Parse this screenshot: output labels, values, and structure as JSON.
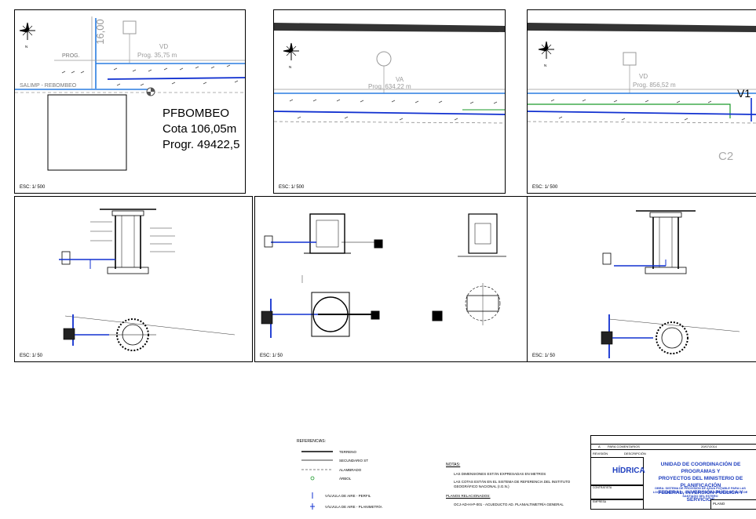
{
  "panels_top": [
    {
      "scale": "ESC: 1/ 500",
      "vertical_label": "16,00",
      "prog_left": "PROG.",
      "valve_label": "VD",
      "valve_prog": "Prog. 35,75 m",
      "pipe_label": "SALIMP - REBOMBEO",
      "pf_lines": [
        "PFBOMBEO",
        "Cota 106,05m",
        "Progr. 49422,5"
      ]
    },
    {
      "scale": "ESC: 1/ 500",
      "valve_label": "VA",
      "valve_prog": "Prog. 634,22 m"
    },
    {
      "scale": "ESC: 1/ 500",
      "valve_label": "VD",
      "valve_prog": "Prog. 856,52 m",
      "tag_v1": "V1",
      "tag_c2": "C2"
    }
  ],
  "panels_bottom": [
    {
      "scale": "ESC: 1/ 50"
    },
    {
      "scale": "ESC: 1/ 50"
    },
    {
      "scale": "ESC: 1/ 50"
    }
  ],
  "north_label": "N",
  "referencias": {
    "title": "REFERENCIAS:",
    "items": [
      "TERRENO",
      "SECUNDARIO ST",
      "ALAMBRADO",
      "ÁRBOL",
      "VÁLVULA DE AIRE - PERFIL",
      "VÁLVULA DE AIRE - PLANIMETRÍA"
    ]
  },
  "notas": {
    "title": "NOTAS:",
    "lines": [
      "LAS DIMENSIONES ESTÁN EXPRESADAS EN METROS",
      "LAS COTAS ESTÁN EN EL SISTEMA DE REFERENCIA DEL INSTITUTO",
      "GEOGRÁFICO NACIONAL (I.G.N.)"
    ],
    "planos_title": "PLANOS RELACIONADOS:",
    "planos_line": "OCJ-AD-HI-P-001 - ACUEDUCTO AD. PLANIALTIMETRÍA GENERAL"
  },
  "title_block": {
    "rev_letter": "A",
    "rev_desc": "PARA COMENTARIOS",
    "rev_date": "20/07/2014",
    "col_revision": "REVISIÓN",
    "col_descripcion": "DESCRIPCIÓN",
    "logo": "HÍDRICA",
    "entity_lines": [
      "UNIDAD DE COORDINACIÓN DE PROGRAMAS Y",
      "PROYECTOS DEL MINISTERIO DE PLANIFICACIÓN",
      "FEDERAL, INVERSIÓN PÚBLICA Y SERVICIOS"
    ],
    "contratista_label": "CONTRATISTA",
    "obra_text": "OBRA: SISTEMA DE PROVISIÓN DE AGUA POTABLE PARA LAS LOCALIDADES DE EL COLORADO Y LOS JURÍES - PROVINCIA DE SANTIAGO DEL ESTERO",
    "empresa_label": "EMPRESA",
    "plano_label": "PLANO"
  },
  "colors": {
    "pipe_blue": "#1030d0",
    "highlight_blue": "#2a7de1",
    "green": "#1a9a2a",
    "gray_label": "#9a9a9a",
    "title_blue": "#1f3fbf"
  }
}
